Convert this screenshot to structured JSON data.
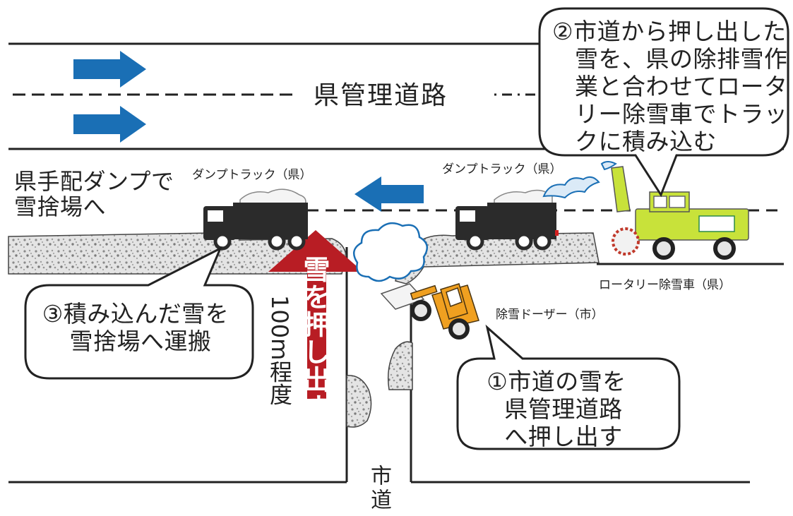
{
  "road_label": "県管理道路",
  "callout_2": {
    "lines": [
      "②市道から押し出した",
      "雪を、県の除排雪作",
      "業と合わせてロータ",
      "リー除雪車でトラッ",
      "クに積み込む"
    ]
  },
  "note_disposal": {
    "lines": [
      "県手配ダンプで",
      "雪捨場へ"
    ]
  },
  "truck_left_label": "ダンプトラック（県）",
  "truck_right_label": "ダンプトラック（県）",
  "rotary_label": "ロータリー除雪車（県）",
  "dozer_label": "除雪ドーザー（市）",
  "callout_3": {
    "lines": [
      "③積み込んだ雪を",
      "雪捨場へ運搬"
    ]
  },
  "callout_1": {
    "lines": [
      "①市道の雪を",
      "県管理道路",
      "へ押し出す"
    ]
  },
  "push_arrow_text": "雪を押し出す",
  "distance_label": "100m程度",
  "city_road_label": "市道",
  "colors": {
    "arrow_blue": "#1a6fb5",
    "arrow_red": "#b81d24",
    "rotary_green": "#c8e23a",
    "dozer_orange": "#f0a020",
    "truck_dark": "#2b2b2b"
  }
}
